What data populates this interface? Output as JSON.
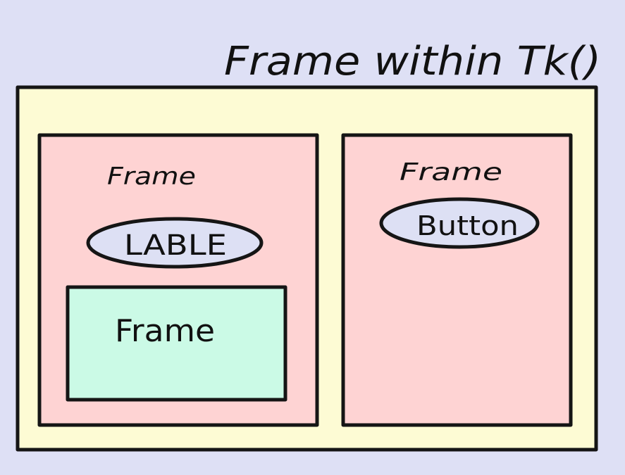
{
  "colors": {
    "background": "#dee0f5",
    "outer_frame": "#fdfbd4",
    "inner_frame": "#fed3d3",
    "nested_frame": "#cbfae6",
    "widget": "#dde0f4",
    "ink": "#151515"
  },
  "title": "Frame within Tk()",
  "left_frame": {
    "label": "Frame",
    "label_widget": "LABLE",
    "nested_frame_label": "Frame"
  },
  "right_frame": {
    "label": "Frame",
    "button_widget": "Button"
  }
}
